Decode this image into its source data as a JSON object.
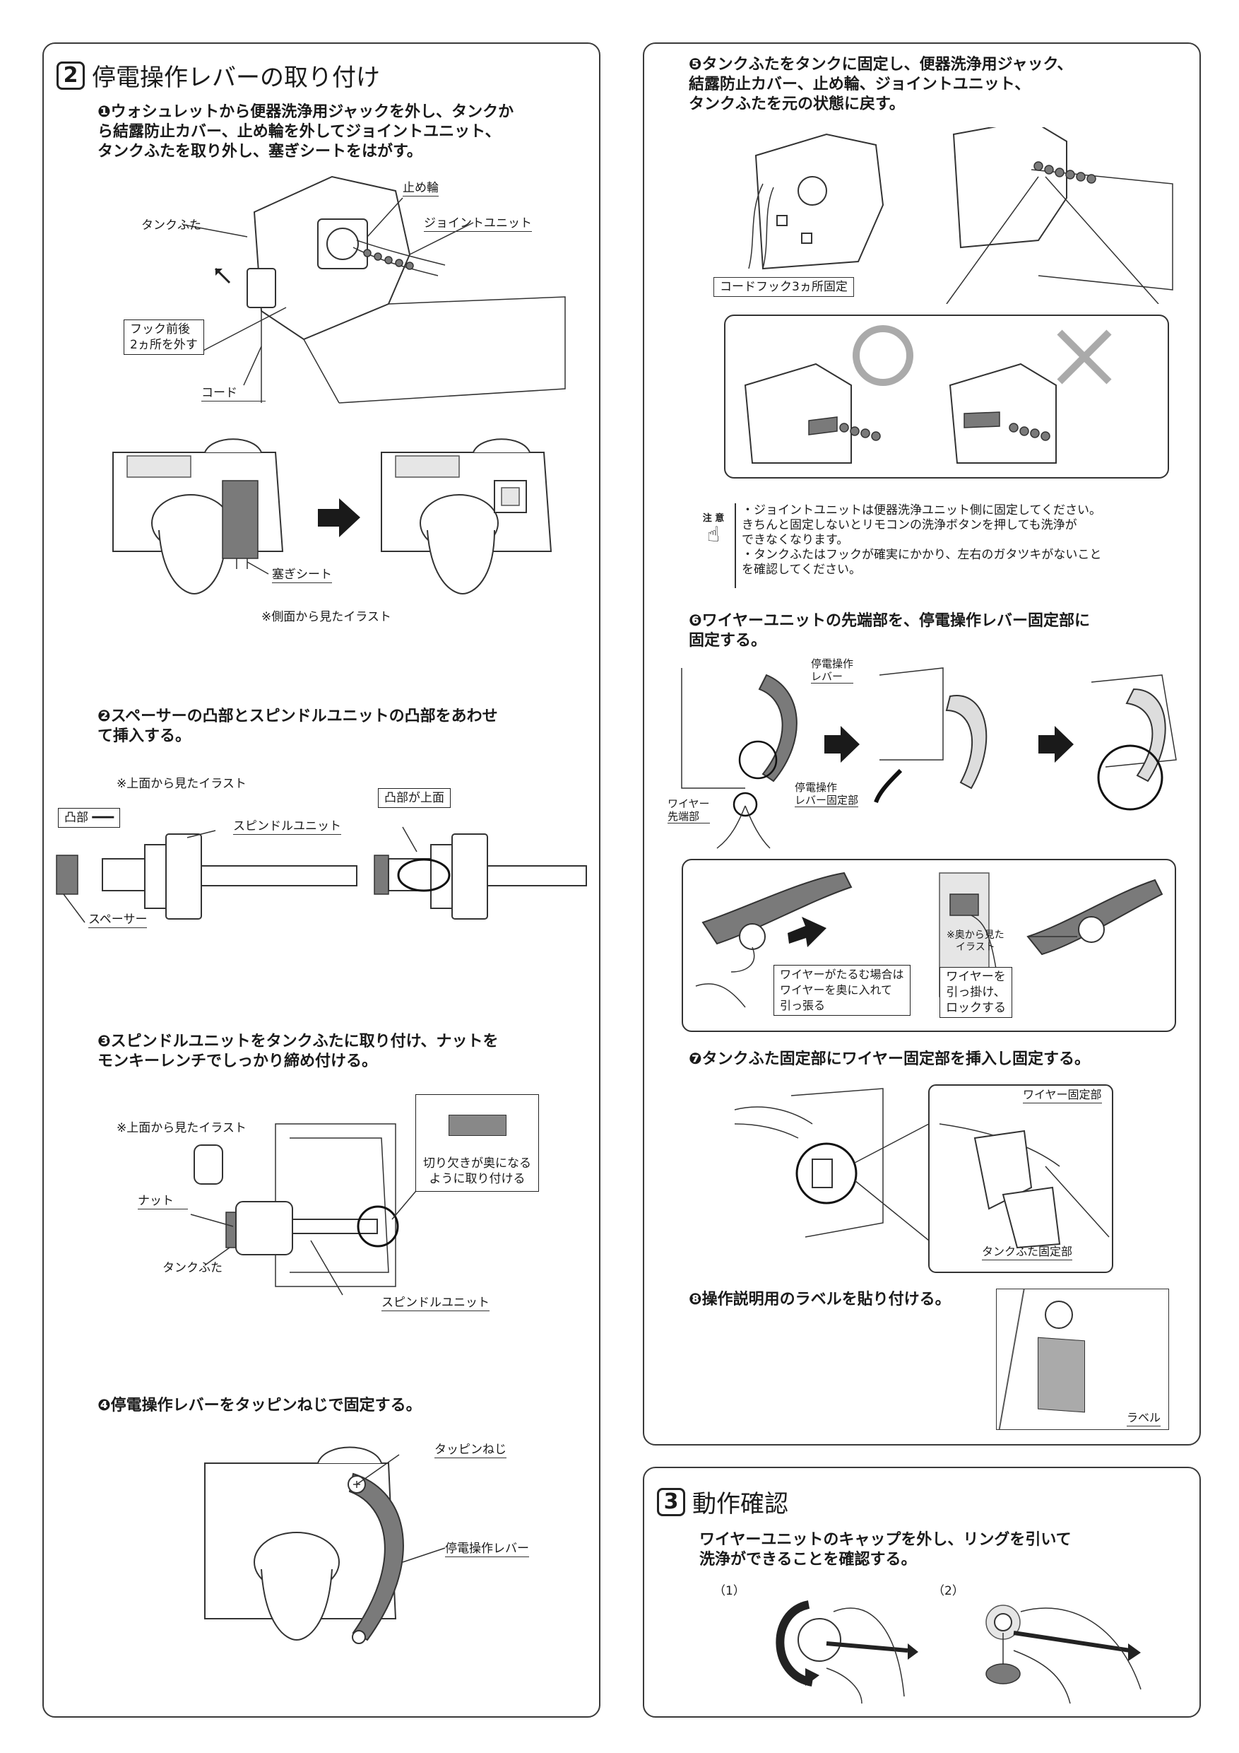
{
  "section2": {
    "number": "2",
    "title": "停電操作レバーの取り付け",
    "steps": {
      "s1": "❶ウォシュレットから便器洗浄用ジャックを外し、タンクか\nら結露防止カバー、止め輪を外してジョイントユニット、\nタンクふたを取り外し、塞ぎシートをはがす。",
      "s2": "❷スペーサーの凸部とスピンドルユニットの凸部をあわせ\nて挿入する。",
      "s3": "❸スピンドルユニットをタンクふたに取り付け、ナットを\nモンキーレンチでしっかり締め付ける。",
      "s4": "❹停電操作レバーをタッピンねじで固定する。"
    },
    "labels": {
      "tomewa": "止め輪",
      "joint_unit": "ジョイントユニット",
      "tank_lid": "タンクふた",
      "hook": "フック前後\n2ヵ所を外す",
      "cord": "コード",
      "seal_sheet": "塞ぎシート",
      "side_view": "※側面から見たイラスト",
      "top_view_1": "※上面から見たイラスト",
      "convex": "凸部",
      "spindle_unit": "スピンドルユニット",
      "convex_top": "凸部が上面",
      "spacer": "スペーサー",
      "top_view_2": "※上面から見たイラスト",
      "notch": "切り欠きが奥になる\nように取り付ける",
      "nut": "ナット",
      "tank_lid_2": "タンクふた",
      "spindle_unit_2": "スピンドルユニット",
      "tapping_screw": "タッピンねじ",
      "lever": "停電操作レバー"
    }
  },
  "section2b": {
    "steps": {
      "s5": "❺タンクふたをタンクに固定し、便器洗浄用ジャック、\n結露防止カバー、止め輪、ジョイントユニット、\nタンクふたを元の状態に戻す。",
      "s6": "❻ワイヤーユニットの先端部を、停電操作レバー固定部に\n固定する。",
      "s7": "❼タンクふた固定部にワイヤー固定部を挿入し固定する。",
      "s8": "❽操作説明用のラベルを貼り付ける。"
    },
    "labels": {
      "cord_hook": "コードフック3ヵ所固定",
      "caution_icon": "注 意",
      "caution": "・ジョイントユニットは便器洗浄ユニット側に固定してください。\n  きちんと固定しないとリモコンの洗浄ボタンを押しても洗浄が\n  できなくなります。\n・タンクふたはフックが確実にかかり、左右のガタツキがないこと\n  を確認してください。",
      "lever_label": "停電操作\nレバー",
      "wire_tip": "ワイヤー\n先端部",
      "lever_fix": "停電操作\nレバー固定部",
      "slack": "ワイヤーがたるむ場合は\nワイヤーを奥に入れて\n引っ張る",
      "back_view": "※奥から見た\nイラスト",
      "hook_lock": "ワイヤーを\n引っ掛け、\nロックする",
      "wire_fix": "ワイヤー固定部",
      "lid_fix": "タンクふた固定部",
      "label": "ラベル"
    }
  },
  "section3": {
    "number": "3",
    "title": "動作確認",
    "text": "ワイヤーユニットのキャップを外し、リングを引いて\n洗浄ができることを確認する。",
    "fig1": "（1）",
    "fig2": "（2）"
  }
}
